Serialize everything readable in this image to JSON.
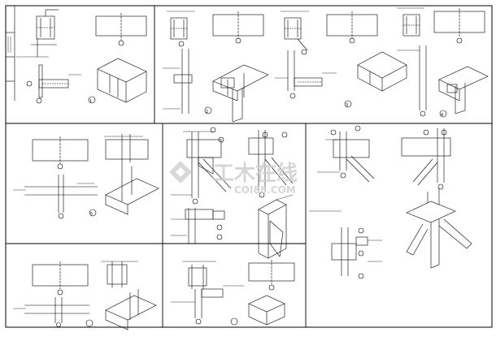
{
  "sheet": {
    "type": "structural steel connection detail drawing",
    "line_color": "#000000",
    "background_color": "#ffffff",
    "watermark_color": "#cfcfcf"
  },
  "watermark": {
    "brand": "工木在线",
    "url": "COI88.COM"
  },
  "panels": [
    {
      "id": "p1",
      "kind": "beam-to-column detail"
    },
    {
      "id": "p2",
      "kind": "beam-to-column detail"
    },
    {
      "id": "p3",
      "kind": "beam-to-column detail"
    },
    {
      "id": "p4",
      "kind": "beam-to-column detail"
    },
    {
      "id": "p5",
      "kind": "beam-to-beam splice detail"
    },
    {
      "id": "p6",
      "kind": "brace gusset detail"
    },
    {
      "id": "p7",
      "kind": "brace gusset detail"
    },
    {
      "id": "p8",
      "kind": "beam-to-beam splice detail"
    },
    {
      "id": "p9",
      "kind": "beam-to-column detail"
    }
  ],
  "icons": {
    "section_marker": "circle-section-marker-icon",
    "isometric_member": "isometric-h-beam-icon"
  }
}
